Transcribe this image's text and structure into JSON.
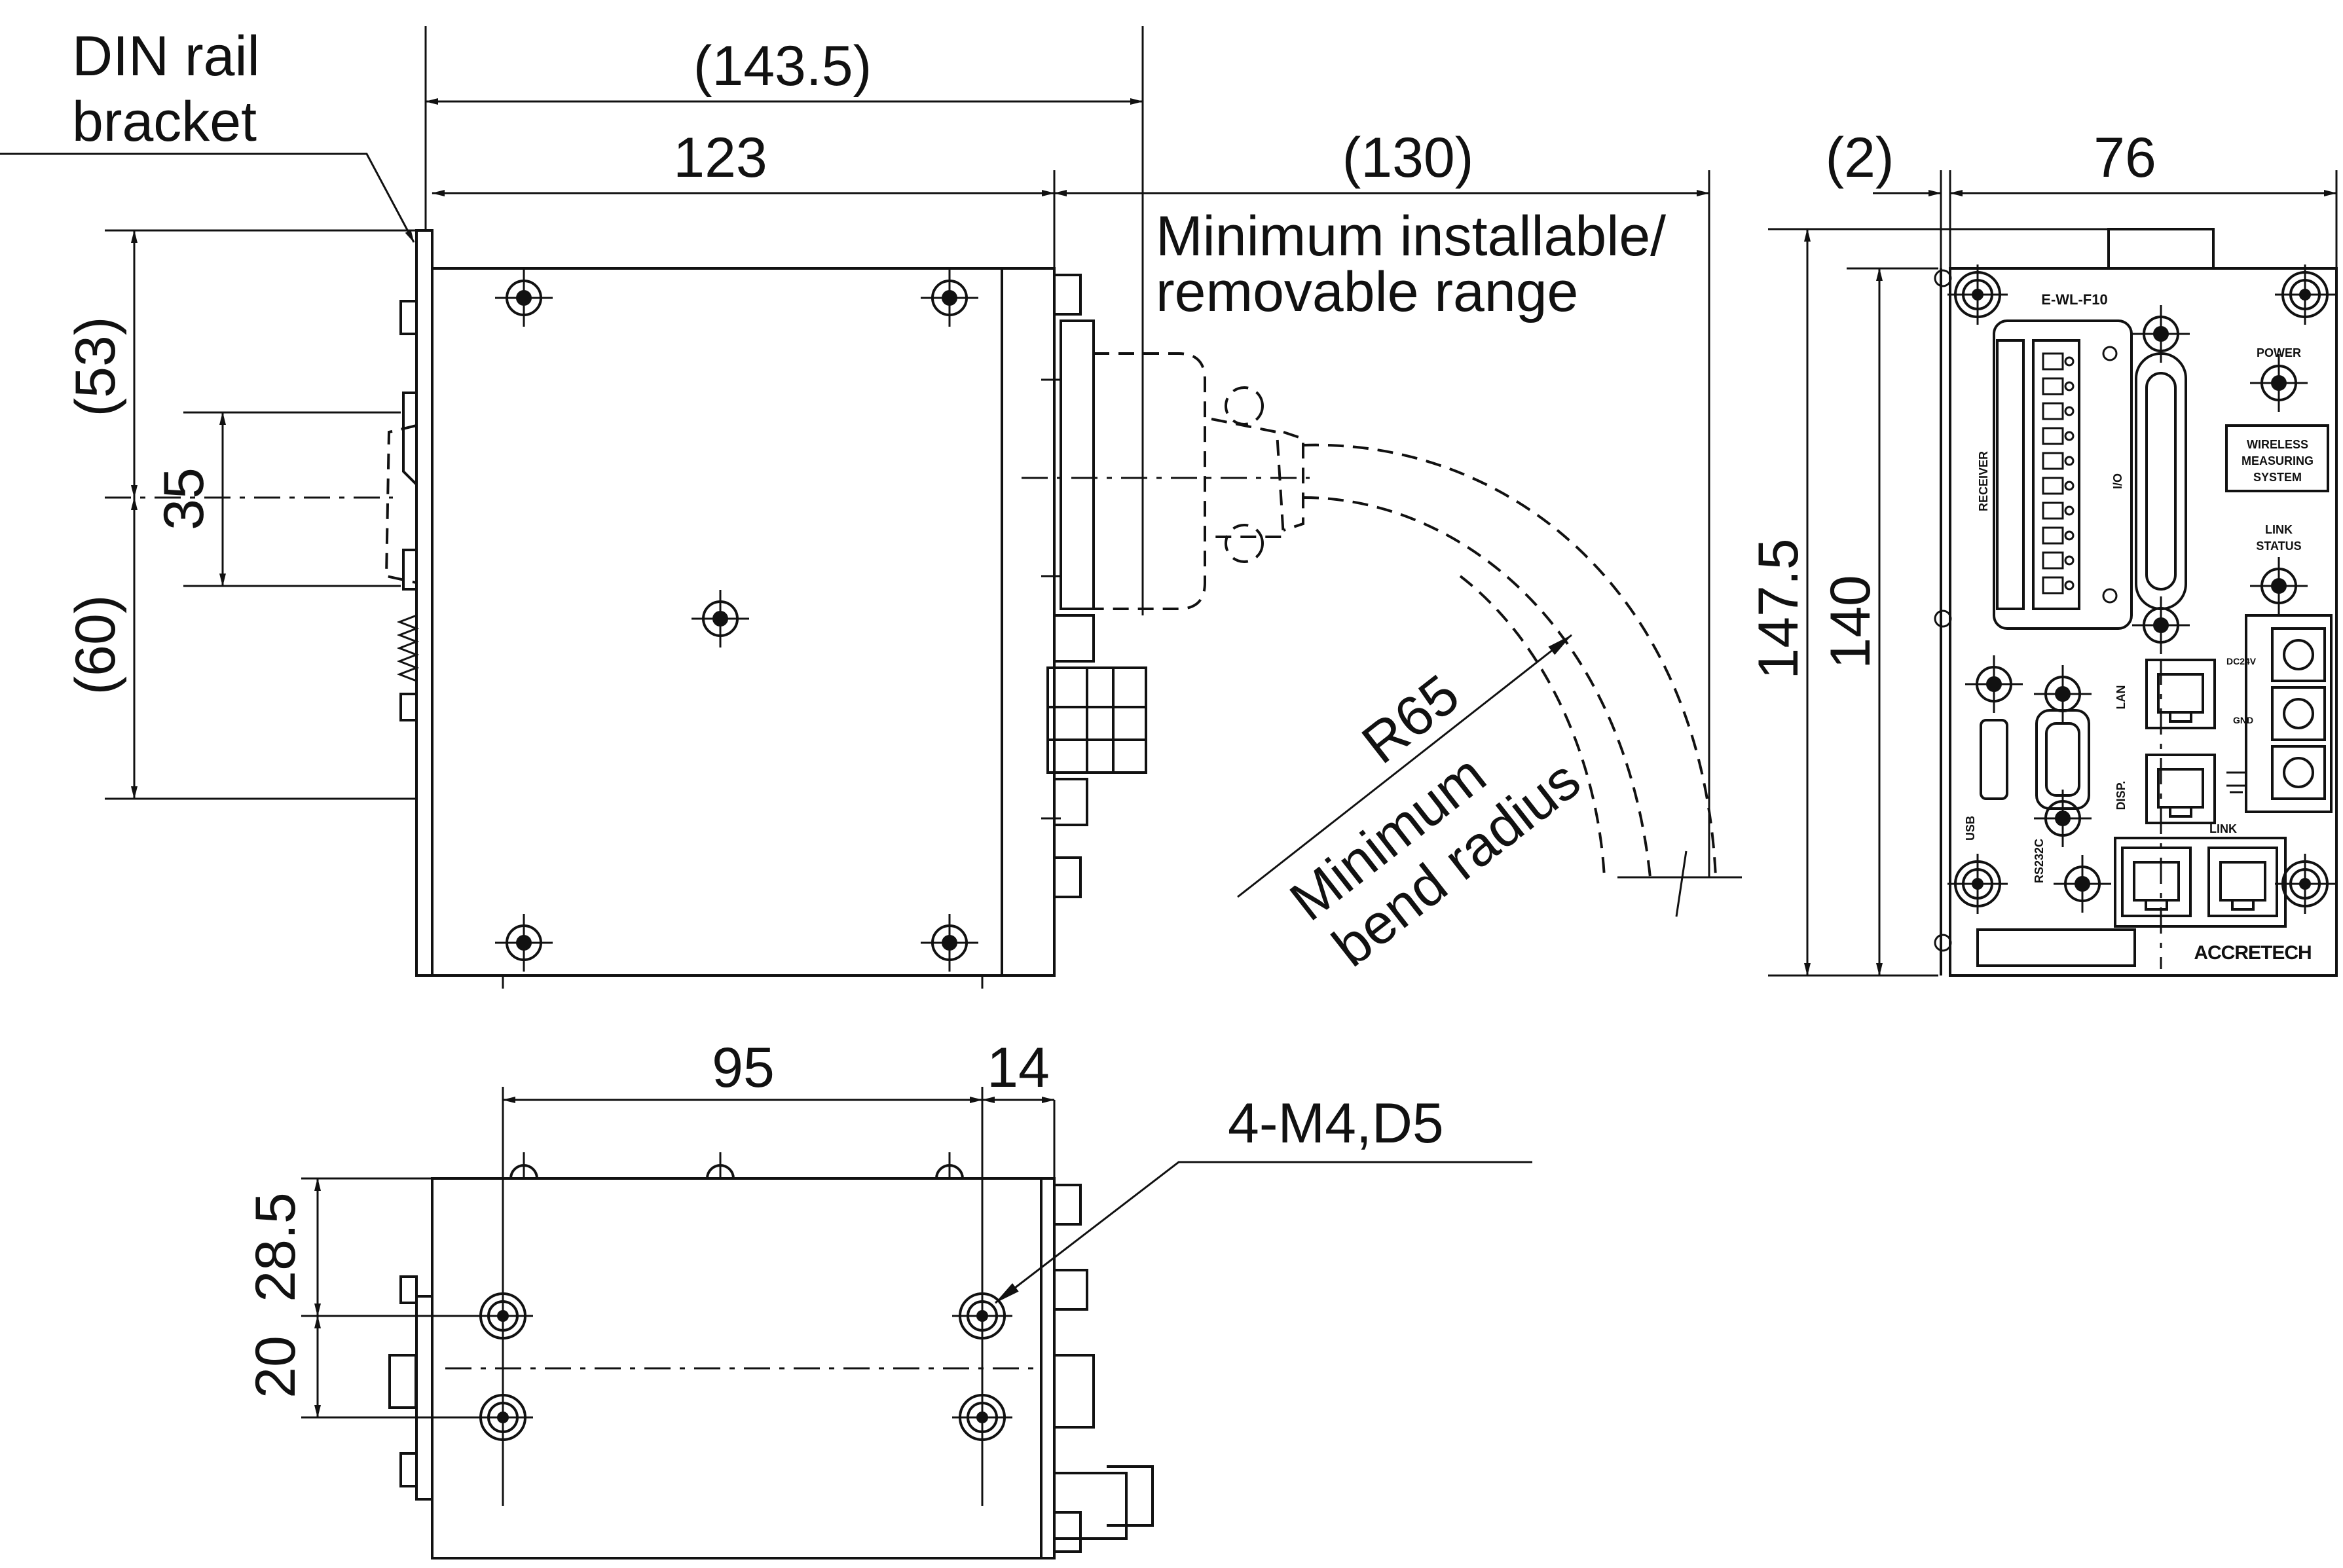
{
  "labels": {
    "din_rail_line1": "DIN rail",
    "din_rail_line2": "bracket",
    "dim_143_5": "(143.5)",
    "dim_123": "123",
    "dim_130": "(130)",
    "min_install_line1": "Minimum installable/",
    "min_install_line2": "removable range",
    "dim_53": "(53)",
    "dim_35": "35",
    "dim_60": "(60)",
    "r65": "R65",
    "min_bend_line1": "Minimum",
    "min_bend_line2": "bend radius",
    "dim_2": "(2)",
    "dim_76": "76",
    "dim_147_5": "147.5",
    "dim_140": "140",
    "dim_95": "95",
    "dim_14": "14",
    "hole_spec": "4-M4,D5",
    "dim_28_5": "28.5",
    "dim_20": "20"
  },
  "panel": {
    "model": "E-WL-F10",
    "power": "POWER",
    "wireless_line1": "WIRELESS",
    "wireless_line2": "MEASURING",
    "wireless_line3": "SYSTEM",
    "link_status_line1": "LINK",
    "link_status_line2": "STATUS",
    "receiver": "RECEIVER",
    "io": "I/O",
    "lan": "LAN",
    "disp": "DISP.",
    "usb": "USB",
    "rs232c": "RS232C",
    "link": "LINK",
    "dc24v": "DC24V",
    "gnd": "GND",
    "brand": "ACCRETECH"
  },
  "icons": [
    "arrow-head-icon",
    "screw-icon",
    "ground-icon",
    "rj45-port-icon",
    "usb-port-icon",
    "db9-connector-icon"
  ]
}
